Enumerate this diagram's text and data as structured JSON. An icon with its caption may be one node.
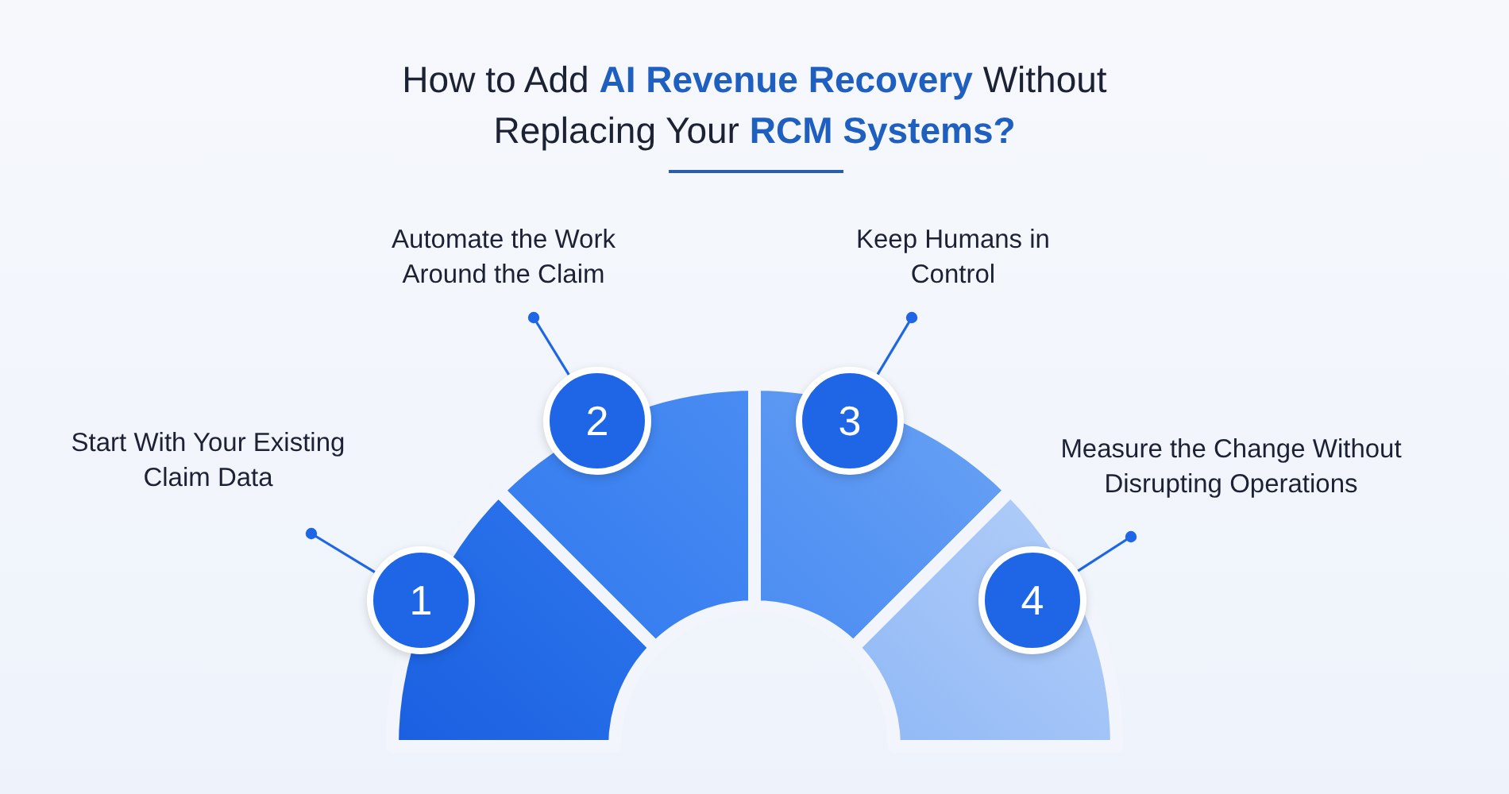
{
  "diagram": {
    "title": "How to Add **AI Revenue Recovery** Without Replacing Your **RCM Systems?**",
    "nodes": [
      {
        "text": [
          "Start With Your Existing Claim Data"
        ]
      },
      {
        "text": [
          "Automate the Work Around the Claim"
        ]
      },
      {
        "text": [
          "Keep Humans in Control"
        ]
      },
      {
        "text": [
          "Measure the Change Without Disrupting Operations"
        ]
      },
      {
        "text": [
          "1"
        ]
      },
      {
        "text": [
          "2"
        ]
      },
      {
        "text": [
          "3"
        ]
      },
      {
        "text": [
          "4"
        ]
      }
    ],
    "edges": [
      {
        "from": 0,
        "to": 4,
        "arrow": "other"
      },
      {
        "from": 1,
        "to": 5,
        "arrow": "other"
      },
      {
        "from": 2,
        "to": 6,
        "arrow": "other"
      },
      {
        "from": 3,
        "to": 7,
        "arrow": "other"
      }
    ]
  }
}
